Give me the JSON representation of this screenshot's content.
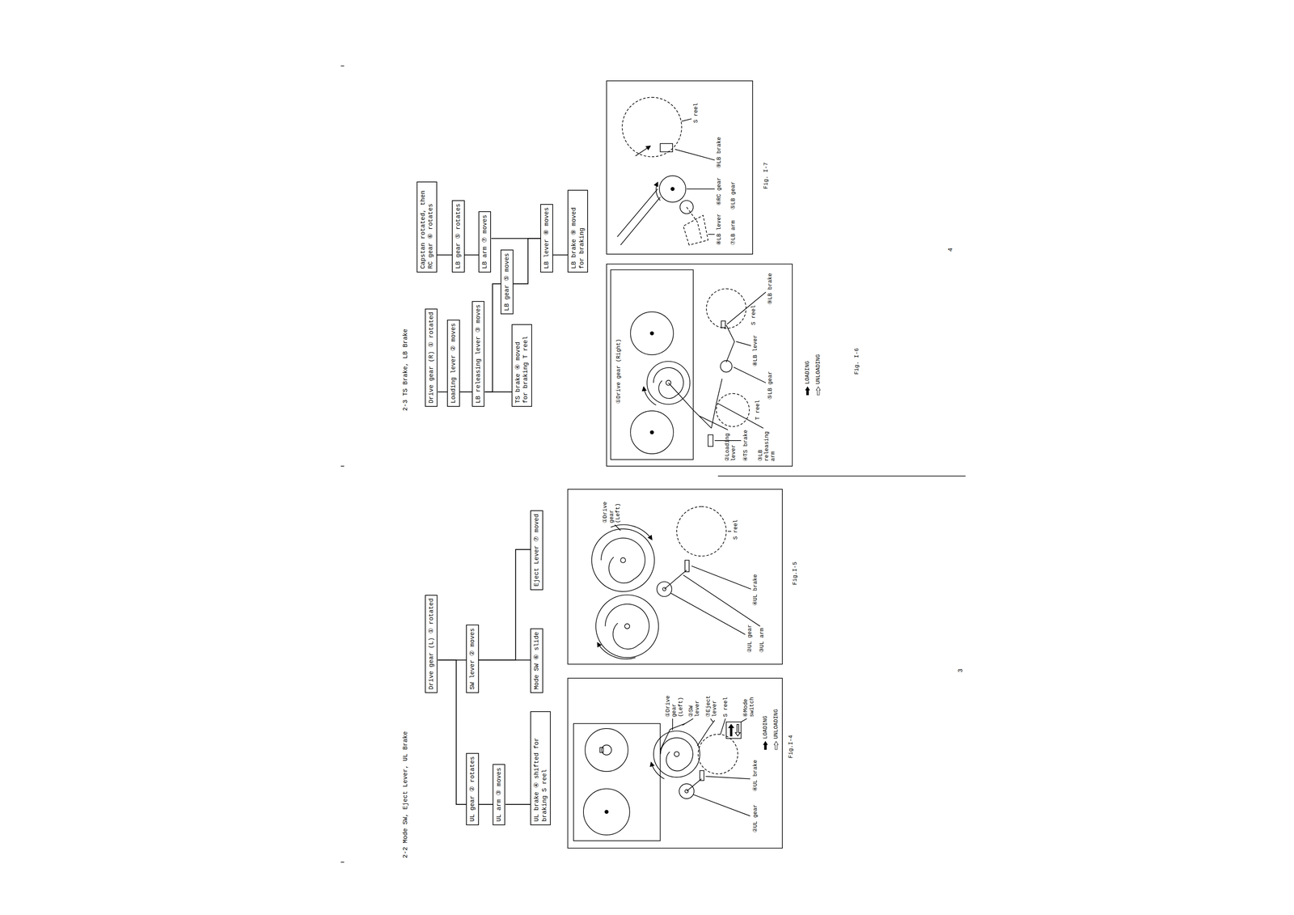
{
  "diagram": {
    "nodes": [
      {
        "text": [
          "Drive gear (L) ① rotated"
        ]
      },
      {
        "text": [
          "UL gear ② rotates"
        ]
      },
      {
        "text": [
          "UL arm ③ moves"
        ]
      },
      {
        "text": [
          "UL brake ④ shifted for braking S reel"
        ]
      },
      {
        "text": [
          "SW lever ② moves"
        ]
      },
      {
        "text": [
          "Mode SW ⑥ slide"
        ]
      },
      {
        "text": [
          "Eject Lever ⑦ moved"
        ]
      },
      {
        "text": [
          "Drive gear (R) ① rotated"
        ]
      },
      {
        "text": [
          "Loading lever ② moves"
        ]
      },
      {
        "text": [
          "LB releasing lever ③ moves"
        ]
      },
      {
        "text": [
          "TS brake ④ moved for braking T reel"
        ]
      },
      {
        "text": [
          "LB gear ⑤ moves"
        ]
      },
      {
        "text": [
          "Capstan rotated, then RC gear ⑥ rotates"
        ]
      },
      {
        "text": [
          "LB gear ⑤ rotates"
        ]
      },
      {
        "text": [
          "LB arm ⑦ moves"
        ]
      },
      {
        "text": [
          "LB lever ⑧ moves"
        ]
      },
      {
        "text": [
          "LB brake ⑨ moved for braking"
        ]
      }
    ],
    "edges": [
      {
        "from": 0,
        "to": 1,
        "arrow": "none"
      },
      {
        "from": 0,
        "to": 4,
        "arrow": "none"
      },
      {
        "from": 4,
        "to": 5,
        "arrow": "none"
      },
      {
        "from": 4,
        "to": 6,
        "arrow": "none"
      },
      {
        "from": 1,
        "to": 2,
        "arrow": "none"
      },
      {
        "from": 2,
        "to": 3,
        "arrow": "none"
      },
      {
        "from": 7,
        "to": 8,
        "arrow": "none"
      },
      {
        "from": 8,
        "to": 9,
        "arrow": "none"
      },
      {
        "from": 9,
        "to": 10,
        "arrow": "none"
      },
      {
        "from": 9,
        "to": 11,
        "arrow": "none"
      },
      {
        "from": 11,
        "to": 15,
        "arrow": "none"
      },
      {
        "from": 12,
        "to": 13,
        "arrow": "none"
      },
      {
        "from": 13,
        "to": 14,
        "arrow": "none"
      },
      {
        "from": 14,
        "to": 15,
        "arrow": "none"
      },
      {
        "from": 15,
        "to": 16,
        "arrow": "none"
      }
    ],
    "labels": [
      "2-2 Mode SW, Eject Lever, UL Brake",
      "①Drive gear (Left)",
      "②SW lever",
      "⑦Eject lever",
      "S reel",
      "⑥Mode switch",
      "②UL gear",
      "④UL brake",
      "Fig.I-4",
      "①Drive gear (Left)",
      "S reel",
      "②UL gear",
      "③UL arm",
      "④UL brake",
      "Fig.I-5",
      "3",
      "2-3 TS Brake, LB Brake",
      "①Drive gear (Right)",
      "②Loading lever",
      "④TS brake",
      "③LB releasing arm",
      "T reel",
      "⑤LB gear",
      "⑧LB lever",
      "S reel",
      "⑨LB brake",
      "Fig. I-6",
      "S reel",
      "⑥RC gear",
      "⑨LB brake",
      "⑦LB arm",
      "⑤LB gear",
      "⑧LB lever",
      "Fig. I-7",
      "4"
    ],
    "legend": [
      {
        "text": "LOADING"
      },
      {
        "text": "UNLOADING"
      },
      {
        "text": "LOADING"
      },
      {
        "text": "UNLOADING"
      }
    ]
  }
}
